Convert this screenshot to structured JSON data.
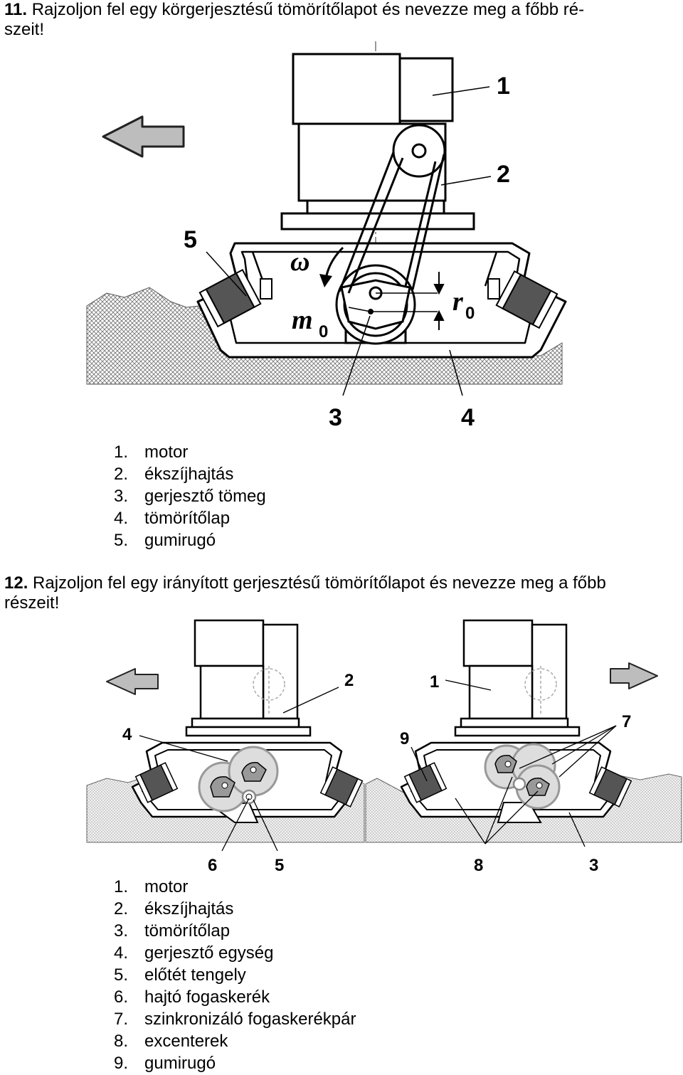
{
  "q11": {
    "number": "11.",
    "text": "Rajzoljon fel egy körgerjesztésű tömörítőlapot és nevezze meg a főbb ré-",
    "cont": "szeit!"
  },
  "fig1": {
    "labels": [
      "1",
      "2",
      "3",
      "4",
      "5"
    ],
    "omega": "ω",
    "m0": "m",
    "m0_sub": "0",
    "r0": "r",
    "r0_sub": "0"
  },
  "list1": [
    {
      "n": "1.",
      "t": "motor"
    },
    {
      "n": "2.",
      "t": "ékszíjhajtás"
    },
    {
      "n": "3.",
      "t": "gerjesztő tömeg"
    },
    {
      "n": "4.",
      "t": "tömörítőlap"
    },
    {
      "n": "5.",
      "t": "gumirugó"
    }
  ],
  "q12": {
    "number": "12.",
    "text": "Rajzoljon fel egy irányított gerjesztésű tömörítőlapot és nevezze meg a főbb",
    "cont": "részeit!"
  },
  "fig2": {
    "left_labels": [
      "2",
      "4",
      "6",
      "5"
    ],
    "right_labels": [
      "1",
      "7",
      "9",
      "8",
      "3"
    ]
  },
  "list2": [
    {
      "n": "1.",
      "t": "motor"
    },
    {
      "n": "2.",
      "t": "ékszíjhajtás"
    },
    {
      "n": "3.",
      "t": "tömörítőlap"
    },
    {
      "n": "4.",
      "t": "gerjesztő egység"
    },
    {
      "n": "5.",
      "t": "előtét tengely"
    },
    {
      "n": "6.",
      "t": "hajtó fogaskerék"
    },
    {
      "n": "7.",
      "t": "szinkronizáló fogaskerékpár"
    },
    {
      "n": "8.",
      "t": "excenterek"
    },
    {
      "n": "9.",
      "t": "gumirugó"
    }
  ]
}
